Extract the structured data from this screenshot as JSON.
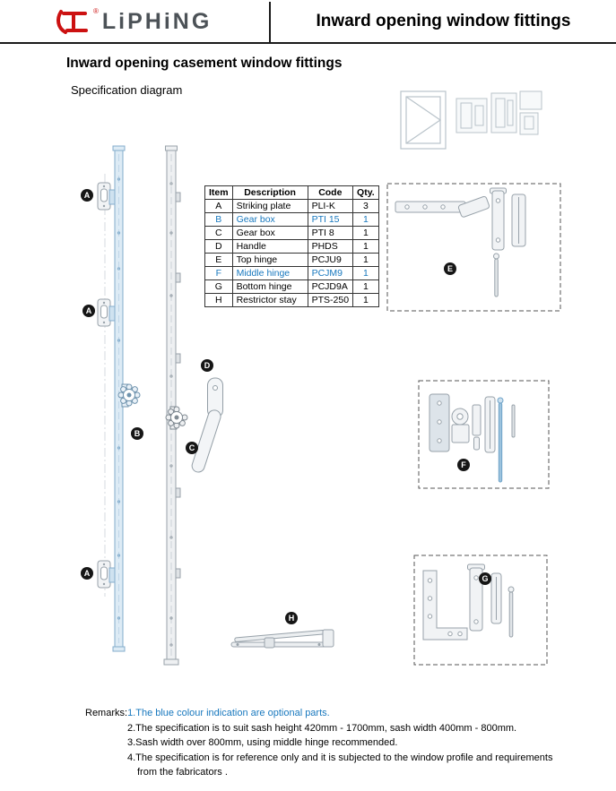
{
  "header": {
    "brand": "LiPHiNG",
    "registered": "®",
    "title": "Inward opening window fittings"
  },
  "headings": {
    "main": "Inward opening casement window fittings",
    "sub": "Specification diagram"
  },
  "table": {
    "columns": [
      "Item",
      "Description",
      "Code",
      "Qty."
    ],
    "rows": [
      {
        "item": "A",
        "description": "Striking plate",
        "code": "PLI-K",
        "qty": "3"
      },
      {
        "item": "B",
        "description": "Gear box",
        "code": "PTI 15",
        "qty": "1"
      },
      {
        "item": "C",
        "description": "Gear box",
        "code": "PTI 8",
        "qty": "1"
      },
      {
        "item": "D",
        "description": "Handle",
        "code": "PHDS",
        "qty": "1"
      },
      {
        "item": "E",
        "description": "Top hinge",
        "code": "PCJU9",
        "qty": "1"
      },
      {
        "item": "F",
        "description": "Middle hinge",
        "code": "PCJM9",
        "qty": "1"
      },
      {
        "item": "G",
        "description": "Bottom hinge",
        "code": "PCJD9A",
        "qty": "1"
      },
      {
        "item": "H",
        "description": "Restrictor stay",
        "code": "PTS-250",
        "qty": "1"
      }
    ],
    "optional_rows": [
      "B",
      "F"
    ]
  },
  "labels": {
    "a1": "A",
    "a2": "A",
    "a3": "A",
    "b": "B",
    "c": "C",
    "d": "D",
    "e": "E",
    "f": "F",
    "g": "G",
    "h": "H"
  },
  "remarks": {
    "label": "Remarks:",
    "line1": "1.The blue colour indication are optional parts.",
    "line2": "2.The specification is to suit sash height 420mm - 1700mm, sash width 400mm - 800mm.",
    "line3": "3.Sash width over 800mm, using middle hinge recommended.",
    "line4": "4.The specification is for reference only and it is subjected to the window profile and requirements",
    "line4b": "from the fabricators ."
  },
  "colors": {
    "accent_blue": "#1878be",
    "brand_red": "#cc1111",
    "line_gray": "#98a2aa",
    "part_blue": "#9cc3de"
  }
}
